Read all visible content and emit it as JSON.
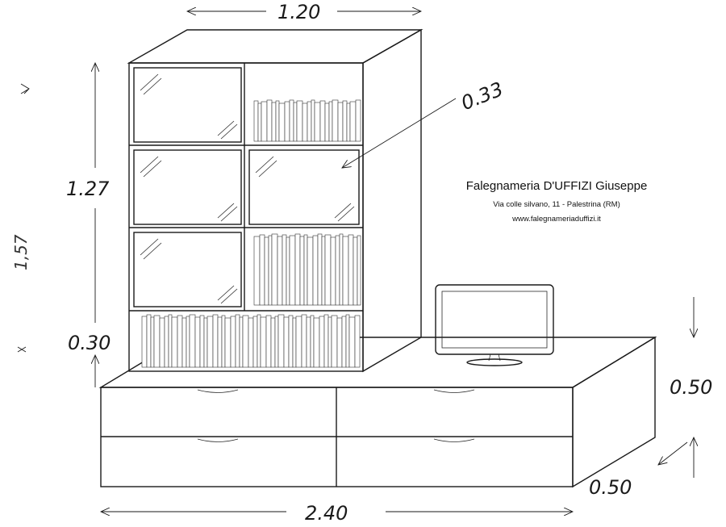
{
  "dimensions": {
    "top_width": "1.20",
    "upper_height": "1.27",
    "depth_upper": "0.33",
    "lower_height": "0.30",
    "base_height": "0.50",
    "base_depth": "0.50",
    "total_width": "2.40"
  },
  "company": {
    "name": "Falegnameria D'UFFIZI Giuseppe",
    "address": "Via colle silvano, 11 - Palestrina (RM)",
    "website": "www.falegnameriaduffizi.it"
  },
  "margin_note": "1,57"
}
